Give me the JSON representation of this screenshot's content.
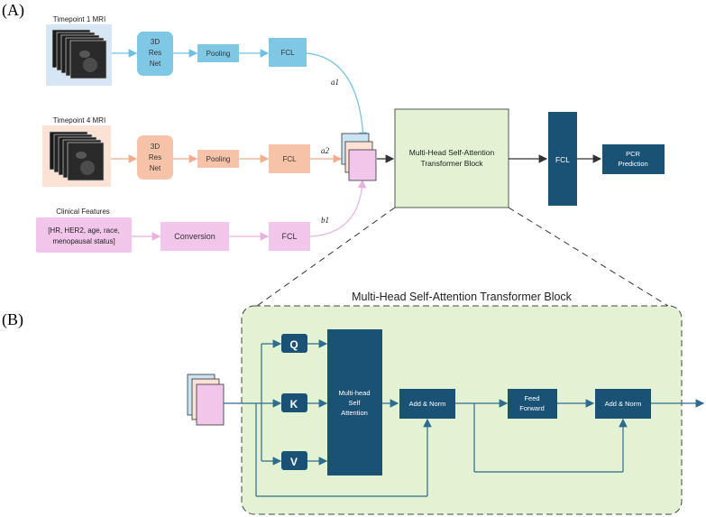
{
  "panel_a": {
    "label": "(A)",
    "timepoint1": {
      "label": "Timepoint 1 MRI"
    },
    "timepoint4": {
      "label": "Timepoint 4 MRI"
    },
    "clinical": {
      "title": "Clinical Features",
      "line1": "[HR, HER2, age, race,",
      "line2": "menopausal status]"
    },
    "resnet": {
      "line1": "3D",
      "line2": "Res",
      "line3": "Net"
    },
    "pooling": "Pooling",
    "fcl": "FCL",
    "conversion": "Conversion",
    "edge_a1": "a1",
    "edge_a2": "a2",
    "edge_b1": "b1",
    "transformer": {
      "line1": "Multi-Head Self-Attention",
      "line2": "Transformer Block"
    },
    "final_fcl": "FCL",
    "pcr": {
      "line1": "PCR",
      "line2": "Prediction"
    }
  },
  "panel_b": {
    "label": "(B)",
    "title": "Multi-Head Self-Attention Transformer Block",
    "q": "Q",
    "k": "K",
    "v": "V",
    "mha": {
      "line1": "Multi-head",
      "line2": "Self",
      "line3": "Attention"
    },
    "add_norm_1": "Add & Norm",
    "ff": {
      "line1": "Feed",
      "line2": "Forward"
    },
    "add_norm_2": "Add & Norm"
  },
  "colors": {
    "blue_fill": "#7ec8e6",
    "blue_bg": "#d6e6f5",
    "orange_fill": "#f7c3a8",
    "orange_bg": "#fbe2d4",
    "pink_fill": "#f2c6ea",
    "green_fill": "#e2f2d2",
    "green_border": "#4f4f4f",
    "navy": "#1a5276",
    "arrow_blue": "#7ec8e6",
    "arrow_orange": "#f4b79a",
    "arrow_pink": "#efbde3",
    "arrow_navy": "#2f6b8f"
  }
}
